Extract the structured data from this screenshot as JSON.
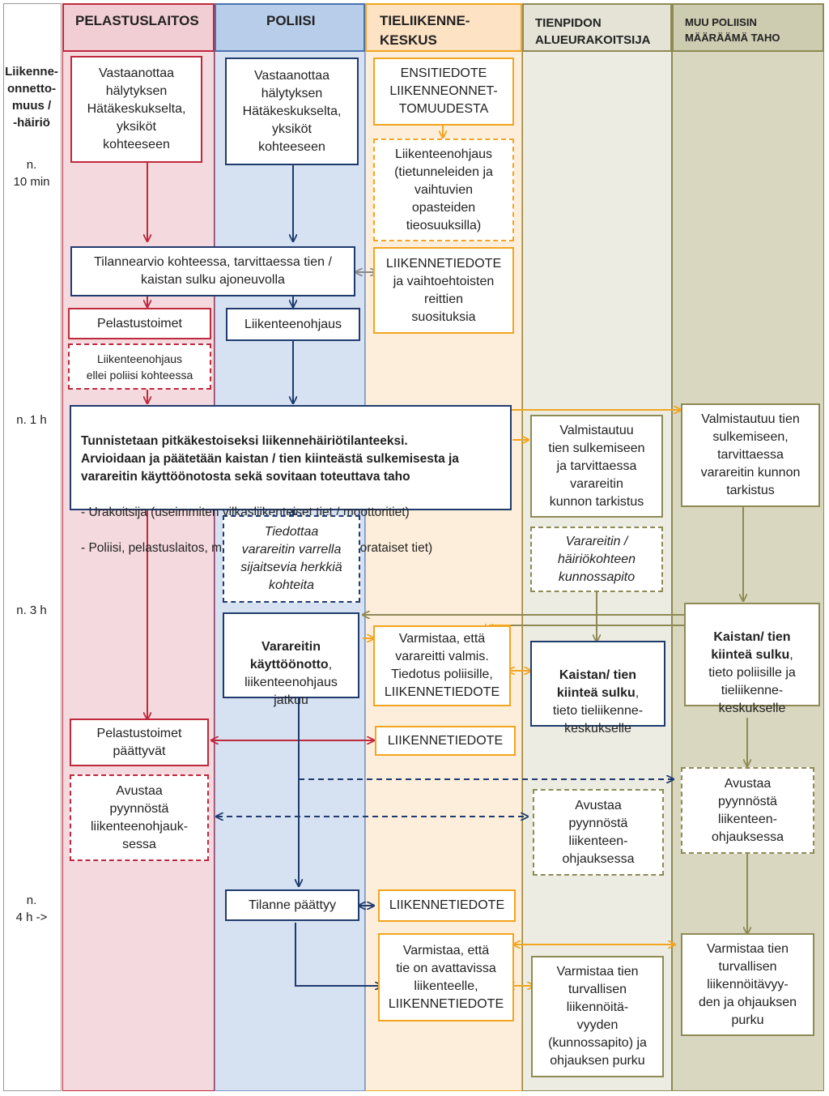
{
  "lanes": {
    "time": "",
    "pelastus": "PELASTUSLAITOS",
    "poliisi": "POLIISI",
    "tieliikenne": "TIELIIKENNE-\nKESKUS",
    "tienpito": "TIENPIDON\nALUEURAKOITSIJA",
    "muu": "MUU POLIISIN\nMÄÄRÄÄMÄ TAHO"
  },
  "colors": {
    "pelastus_bg": "#f4d9de",
    "poliisi_bg": "#d6e1f2",
    "tieliikenne_bg": "#fdeedc",
    "tienpito_bg": "#ecece2",
    "muu_bg": "#d9d7c0",
    "red": "#c0283c",
    "blue": "#1f3b6e",
    "orange": "#f2a51e",
    "olive": "#8e8a55"
  },
  "times": {
    "t0": "Liikenne-\nonnetto-\nmuus /\n-häiriö",
    "t1": "n.\n10 min",
    "t2": "n. 1 h",
    "t3": "n. 3 h",
    "t4": "n.\n4 h ->"
  },
  "boxes": {
    "pel_vastaanottaa": "Vastaanottaa\nhälytyksen\nHätäkeskukselta,\nyksiköt\nkohteeseen",
    "pol_vastaanottaa": "Vastaanottaa\nhälytyksen\nHätäkeskukselta,\nyksiköt\nkohteeseen",
    "tlk_ensitiedote": "ENSITIEDOTE\nLIIKENNEONNET-\nTOMUUDESTA",
    "tlk_liikenteenohjaus": "Liikenteenohjaus\n(tietunneleiden ja\nvaihtuvien\nopasteiden\ntieosuuksilla)",
    "tilannearvio": "Tilannearvio kohteessa, tarvittaessa tien /\nkaistan sulku ajoneuvolla",
    "tlk_liikennetiedote1": "LIIKENNETIEDOTE\nja vaihtoehtoisten\nreittien\nsuosituksia",
    "pel_pelastustoimet": "Pelastustoimet",
    "pol_liikenteenohjaus": "Liikenteenohjaus",
    "pel_liikenteenohjaus": "Liikenteenohjaus\nellei poliisi kohteessa",
    "tunnistetaan_bold": "Tunnistetaan pitkäkestoiseksi liikennehäiriötilanteeksi.\nArvioidaan ja päätetään kaistan / tien kiinteästä sulkemisesta ja\nvarareitin käyttöönotosta sekä sovitaan toteuttava taho",
    "tunnistetaan_item1": "- Urakoitsija  (useimmiten vilkasliikenteiset tiet / moottoritiet)",
    "tunnistetaan_item2": "- Poliisi, pelastuslaitos, muu taho (useimmiten 1-ajorataiset tiet)",
    "tp_valmistautuu": "Valmistautuu\ntien sulkemiseen\nja tarvittaessa\nvarareitin\nkunnon tarkistus",
    "muu_valmistautuu": "Valmistautuu tien\nsulkemiseen,\ntarvittaessa\nvarareitin kunnon\ntarkistus",
    "pol_tiedottaa": "Tiedottaa\nvarareitin varrella\nsijaitsevia herkkiä\nkohteita",
    "tp_kunnossapito": "Varareitin /\nhäiriökohteen\nkunnossapito",
    "pol_varareitti_bold": "Varareitin\nkäyttöönotto",
    "pol_varareitti_rest": ",\nliikenteenohjaus\njatkuu",
    "tlk_varmistaa": "Varmistaa, että\nvarareitti valmis.\nTiedotus poliisille,\nLIIKENNETIEDOTE",
    "tp_sulku_bold": "Kaistan/ tien\nkiinteä sulku",
    "tp_sulku_rest": ",\ntieto tieliikenne-\nkeskukselle",
    "muu_sulku_bold": "Kaistan/ tien\nkiinteä sulku",
    "muu_sulku_rest": ",\ntieto poliisille ja\ntieliikenne-\nkeskukselle",
    "pel_paattyvat": "Pelastustoimet\npäättyvät",
    "tlk_liikennetiedote2": "LIIKENNETIEDOTE",
    "pel_avustaa": "Avustaa\npyynnöstä\nliikenteenohjauk-\nsessa",
    "tp_avustaa": "Avustaa\npyynnöstä\nliikenteen-\nohjauksessa",
    "muu_avustaa": "Avustaa\npyynnöstä\nliikenteen-\nohjauksessa",
    "pol_paattyy": "Tilanne päättyy",
    "tlk_liikennetiedote3": "LIIKENNETIEDOTE",
    "tlk_avattavissa": "Varmistaa, että\ntie on avattavissa\nliikenteelle,\nLIIKENNETIEDOTE",
    "tp_turvallinen": "Varmistaa tien\nturvallisen\nliikennöitä-\nvyyden\n(kunnossapito) ja\nohjauksen purku",
    "muu_turvallinen": "Varmistaa tien\nturvallisen\nliikennöitävyy-\nden ja  ohjauksen\npurku"
  }
}
